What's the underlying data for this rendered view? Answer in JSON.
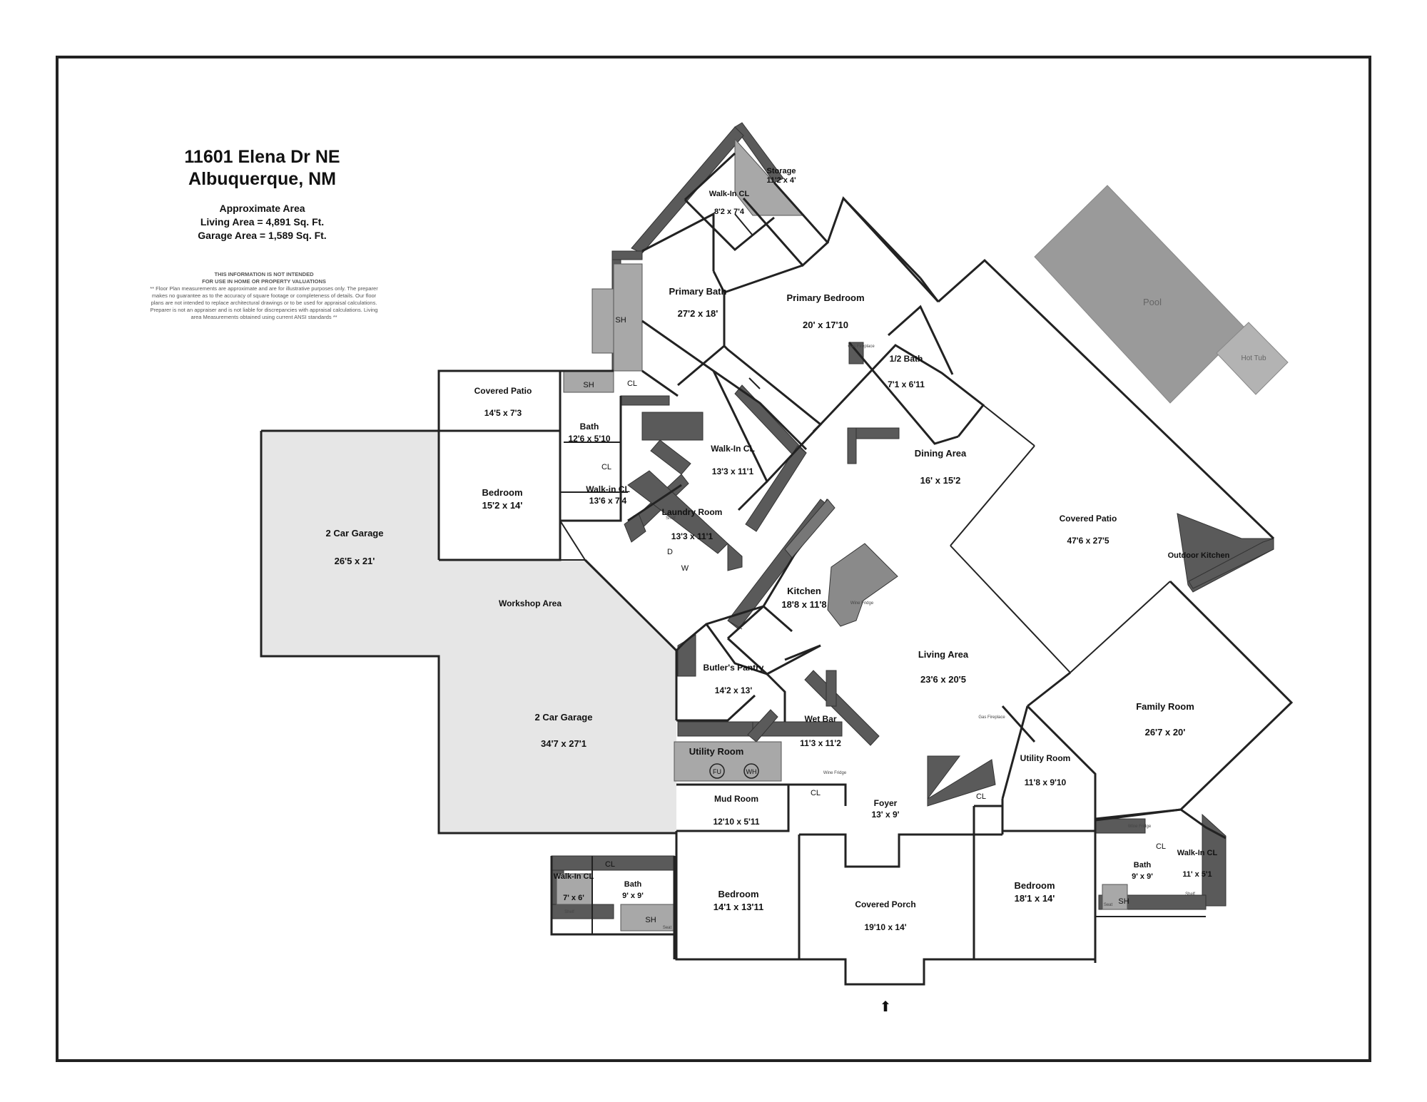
{
  "header": {
    "address_line1": "11601 Elena Dr NE",
    "address_line2": "Albuquerque, NM",
    "area_title": "Approximate Area",
    "living_area": "Living Area = 4,891 Sq. Ft.",
    "garage_area": "Garage Area = 1,589 Sq. Ft."
  },
  "disclaimer": {
    "heading1": "THIS INFORMATION IS NOT INTENDED",
    "heading2": "FOR USE IN HOME OR PROPERTY VALUATIONS",
    "body": "** Floor Plan measurements are approximate and are for illustrative purposes only. The preparer makes no guarantee as to the accuracy of square footage or completeness of details. Our floor plans are not intended to replace architectural drawings or to be used for appraisal calculations. Preparer is not an appraiser and is not liable for discrepancies with appraisal calculations. Living area Measurements obtained using current ANSI standards **"
  },
  "rooms": {
    "storage": {
      "name": "Storage",
      "dims": "11'2 x 4'"
    },
    "walkin_cl_primary": {
      "name": "Walk-In CL",
      "dims": "8'2 x 7'4"
    },
    "primary_bath": {
      "name": "Primary Bath",
      "dims": "27'2 x 18'"
    },
    "primary_bedroom": {
      "name": "Primary Bedroom",
      "dims": "20' x 17'10"
    },
    "half_bath": {
      "name": "1/2 Bath",
      "dims": "7'1 x 6'11"
    },
    "covered_patio_small": {
      "name": "Covered Patio",
      "dims": "14'5 x 7'3"
    },
    "bath_1": {
      "name": "Bath",
      "dims": "12'6 x 5'10"
    },
    "walkin_cl_2": {
      "name": "Walk-In CL",
      "dims": "13'3 x 11'1"
    },
    "walkin_cl_3": {
      "name": "Walk-in CL",
      "dims": "13'6 x 7'4"
    },
    "bedroom_1": {
      "name": "Bedroom",
      "dims": "15'2 x 14'"
    },
    "garage_1": {
      "name": "2 Car Garage",
      "dims": "26'5 x 21'"
    },
    "laundry": {
      "name": "Laundry Room",
      "dims": "13'3 x 11'1"
    },
    "dining": {
      "name": "Dining Area",
      "dims": "16' x 15'2"
    },
    "covered_patio_large": {
      "name": "Covered Patio",
      "dims": "47'6 x 27'5"
    },
    "outdoor_kitchen": {
      "name": "Outdoor Kitchen",
      "dims": ""
    },
    "workshop": {
      "name": "Workshop Area",
      "dims": ""
    },
    "kitchen": {
      "name": "Kitchen",
      "dims": "18'8 x 11'8"
    },
    "butlers_pantry": {
      "name": "Butler's Pantry",
      "dims": "14'2 x 13'"
    },
    "living": {
      "name": "Living Area",
      "dims": "23'6 x 20'5"
    },
    "family": {
      "name": "Family Room",
      "dims": "26'7 x 20'"
    },
    "garage_2": {
      "name": "2 Car Garage",
      "dims": "34'7 x 27'1"
    },
    "utility_1": {
      "name": "Utility Room",
      "dims": ""
    },
    "wet_bar": {
      "name": "Wet Bar",
      "dims": "11'3 x 11'2"
    },
    "utility_2": {
      "name": "Utility Room",
      "dims": "11'8 x 9'10"
    },
    "mud_room": {
      "name": "Mud Room",
      "dims": "12'10 x 5'11"
    },
    "foyer": {
      "name": "Foyer",
      "dims": "13' x 9'"
    },
    "walkin_cl_4": {
      "name": "Walk-In CL",
      "dims": "7' x 6'"
    },
    "bath_2": {
      "name": "Bath",
      "dims": "9' x 9'"
    },
    "bedroom_2": {
      "name": "Bedroom",
      "dims": "14'1 x 13'11"
    },
    "covered_porch": {
      "name": "Covered Porch",
      "dims": "19'10 x 14'"
    },
    "bedroom_3": {
      "name": "Bedroom",
      "dims": "18'1 x 14'"
    },
    "bath_3": {
      "name": "Bath",
      "dims": "9' x 9'"
    },
    "walkin_cl_5": {
      "name": "Walk-In CL",
      "dims": "11' x 5'1"
    },
    "pool": {
      "name": "Pool"
    },
    "hot_tub": {
      "name": "Hot Tub"
    }
  },
  "fixtures": {
    "cl": "CL",
    "sh": "SH",
    "dryer": "D",
    "washer": "W",
    "furnace": "FU",
    "water_heater": "WH",
    "gas_fireplace": "Gas Fireplace",
    "wine_fridge": "Wine Fridge",
    "shelf": "Shelf",
    "seat": "Seat",
    "entry_arrow": "⬆"
  }
}
